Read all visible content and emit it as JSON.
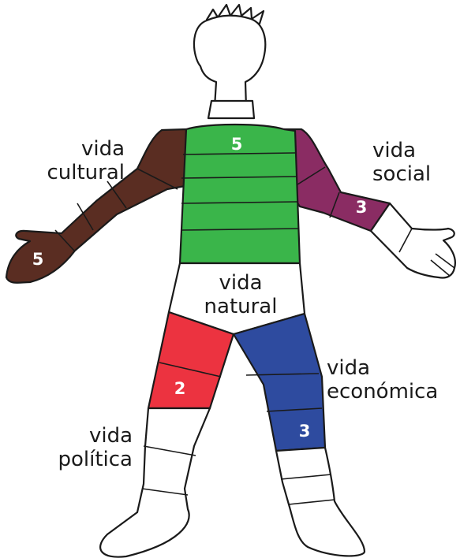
{
  "colors": {
    "cultural": "#5a2d22",
    "natural": "#3ab54a",
    "social": "#8a2c63",
    "politica": "#ec3340",
    "economica": "#2e4b9f",
    "empty": "#ffffff",
    "outline": "#1a1a1a"
  },
  "regions": {
    "cultural": {
      "label_line1": "vida",
      "label_line2": "cultural",
      "value": "5",
      "body_part": "right-arm"
    },
    "natural": {
      "label_line1": "vida",
      "label_line2": "natural",
      "value": "5",
      "body_part": "torso"
    },
    "social": {
      "label_line1": "vida",
      "label_line2": "social",
      "value": "3",
      "body_part": "left-arm"
    },
    "politica": {
      "label_line1": "vida",
      "label_line2": "política",
      "value": "2",
      "body_part": "right-leg"
    },
    "economica": {
      "label_line1": "vida",
      "label_line2": "económica",
      "value": "3",
      "body_part": "left-leg"
    }
  }
}
